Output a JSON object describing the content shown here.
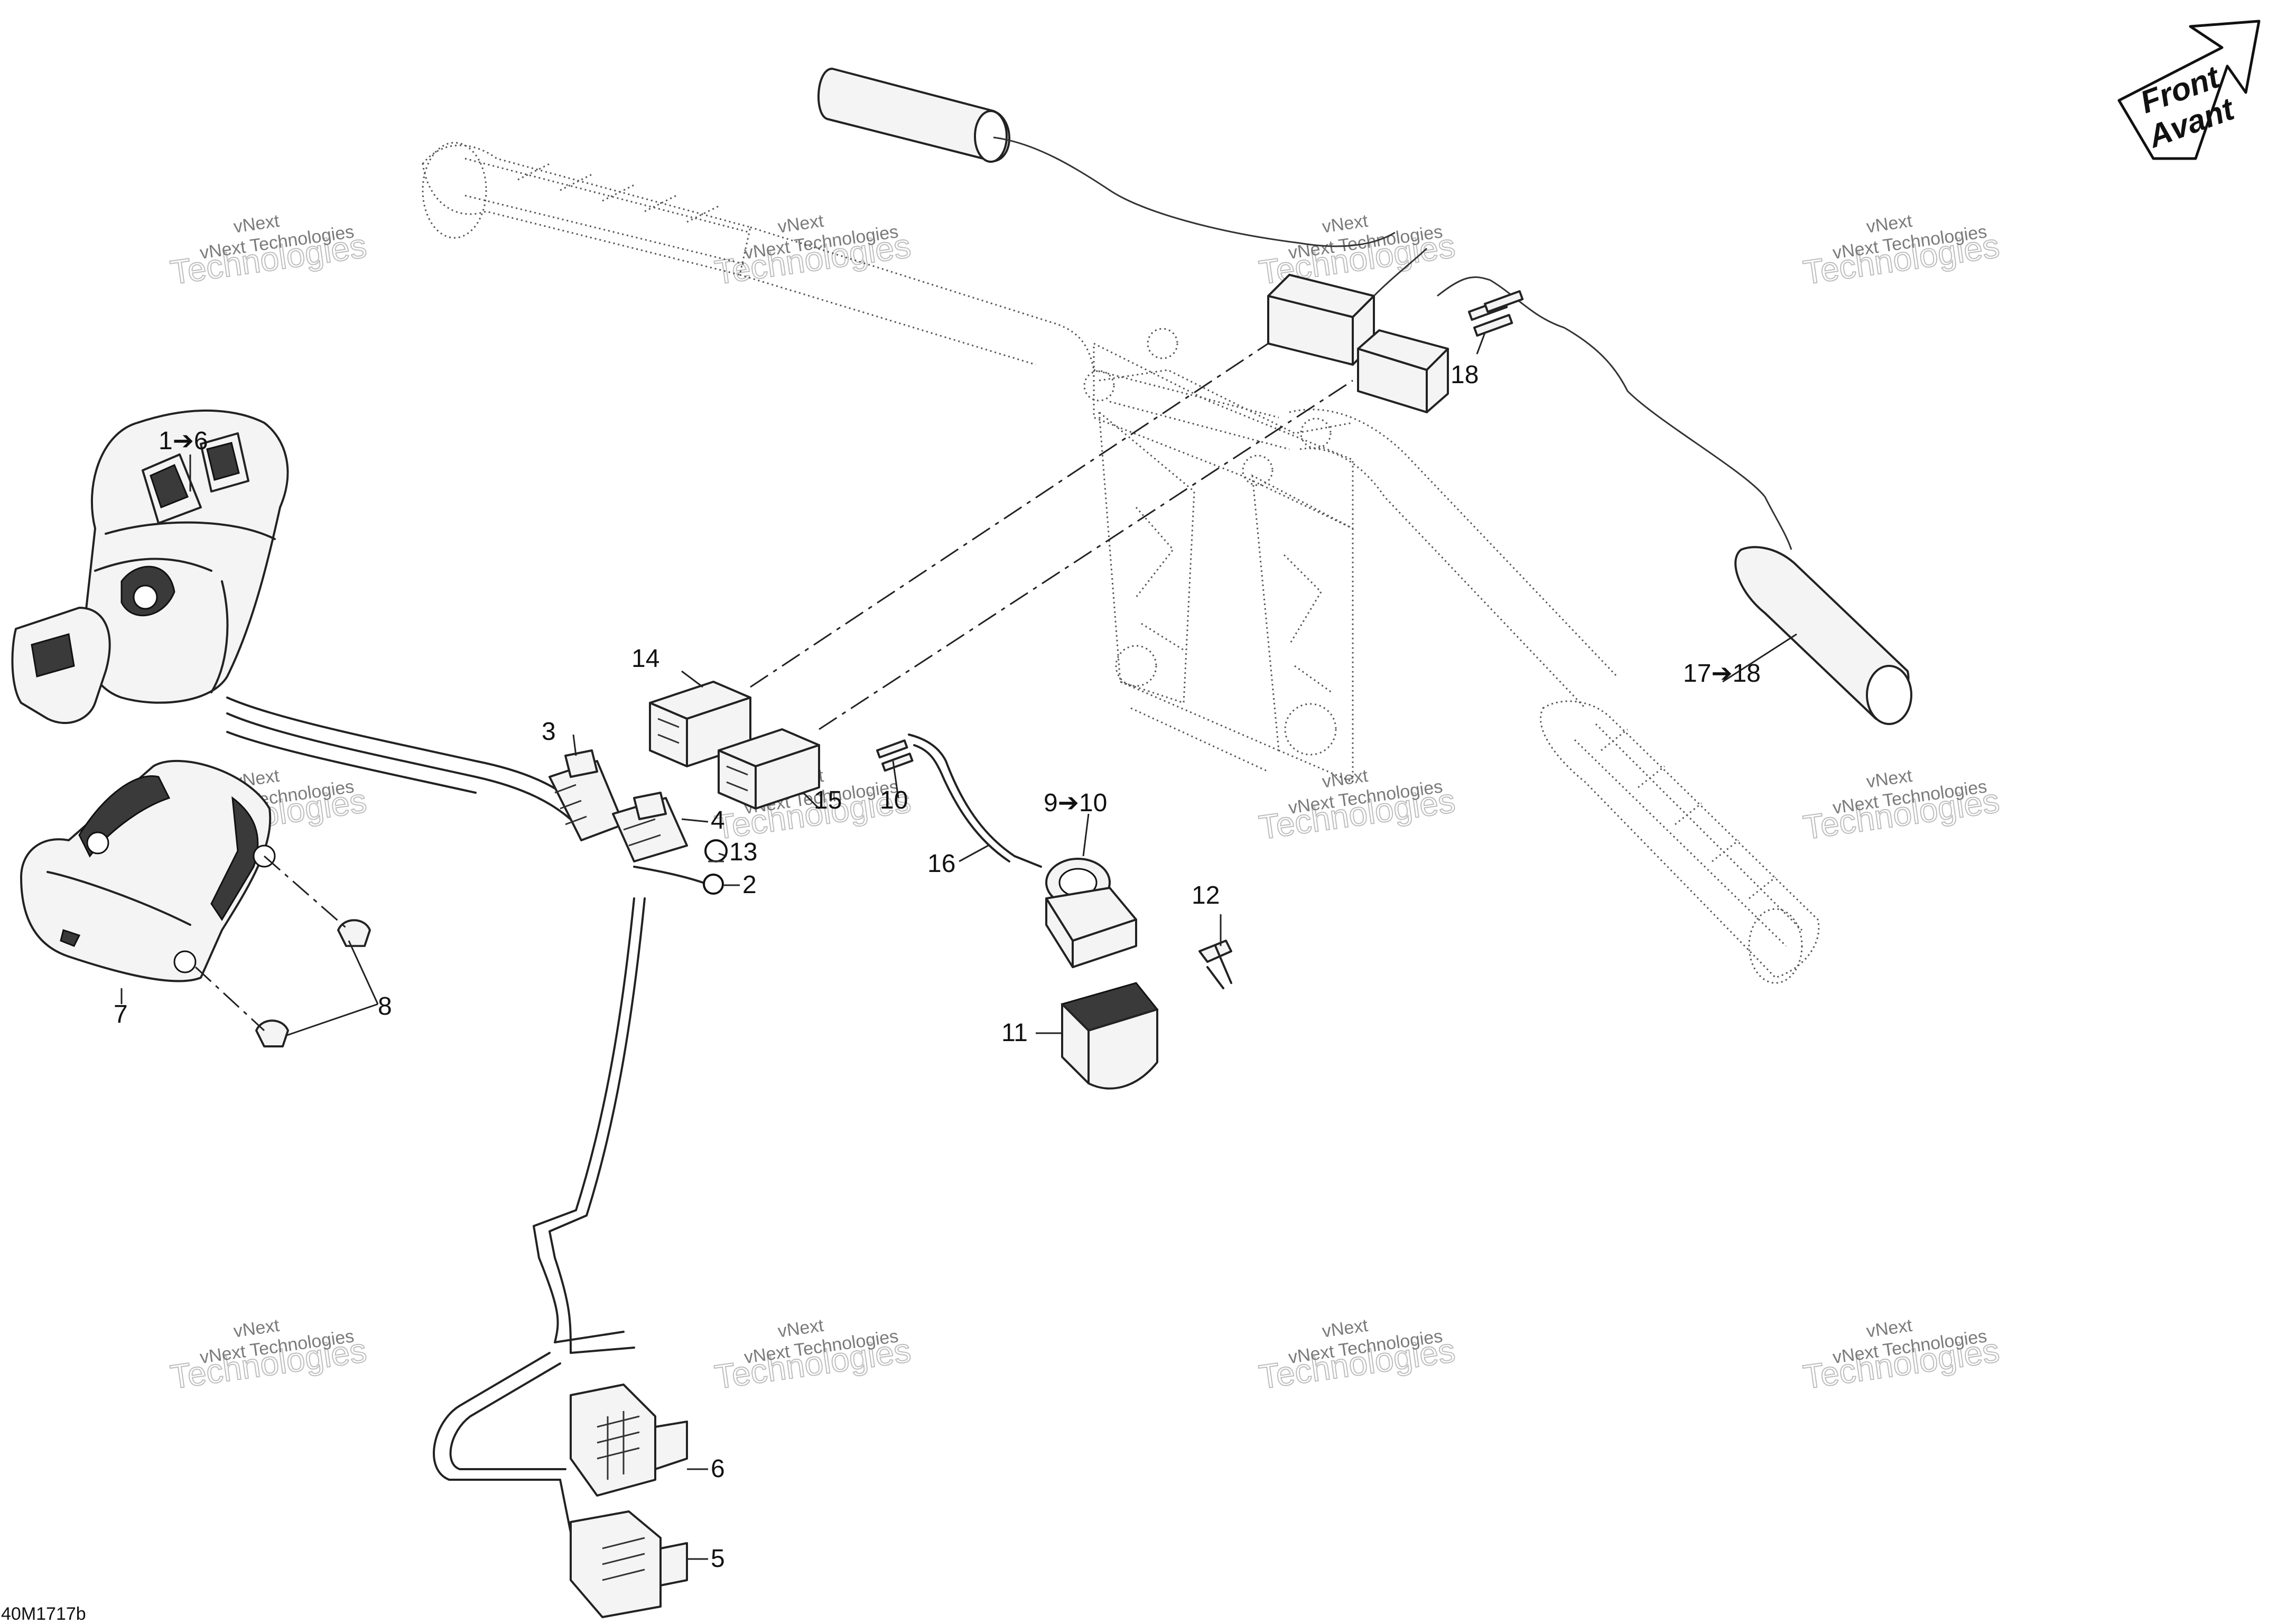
{
  "diagram": {
    "direction_arrow": {
      "line1": "Front",
      "line2": "Avant"
    },
    "drawing_code": "40M1717b",
    "watermark": {
      "line1": "vNext Technologies",
      "line2": "vNext",
      "line3": "Technologies"
    },
    "callouts": [
      {
        "id": "c1-6",
        "text": "1➔6"
      },
      {
        "id": "c3",
        "text": "3"
      },
      {
        "id": "c4",
        "text": "4"
      },
      {
        "id": "c13",
        "text": "13"
      },
      {
        "id": "c2",
        "text": "2"
      },
      {
        "id": "c7",
        "text": "7"
      },
      {
        "id": "c8",
        "text": "8"
      },
      {
        "id": "c14",
        "text": "14"
      },
      {
        "id": "c15",
        "text": "15"
      },
      {
        "id": "c10",
        "text": "10"
      },
      {
        "id": "c16",
        "text": "16"
      },
      {
        "id": "c9-10",
        "text": "9➔10"
      },
      {
        "id": "c12",
        "text": "12"
      },
      {
        "id": "c11",
        "text": "11"
      },
      {
        "id": "c17-18",
        "text": "17➔18"
      },
      {
        "id": "c18",
        "text": "18"
      },
      {
        "id": "c6",
        "text": "6"
      },
      {
        "id": "c5",
        "text": "5"
      }
    ]
  }
}
